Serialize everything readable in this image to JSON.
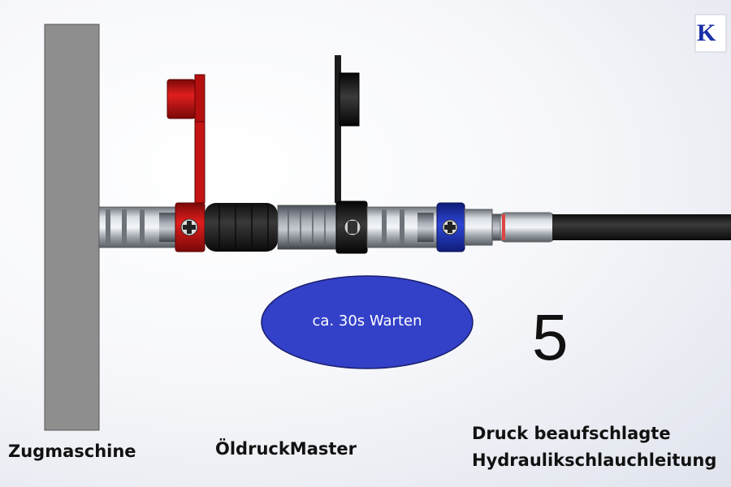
{
  "labels": {
    "tractor": "Zugmaschine",
    "device": "ÖldruckMaster",
    "hose_line1": "Druck beaufschlagte",
    "hose_line2": "Hydraulikschlauchleitung"
  },
  "step_number": "5",
  "wait_bubble": {
    "text": "ca. 30s Warten",
    "color": "#3340c8"
  },
  "logo": {
    "text": "K"
  },
  "colors": {
    "tractor_plate": "#8e8e8e",
    "red_cap": "#c41414",
    "black_cap": "#1c1c1c",
    "blue_ring": "#1f35b8",
    "hose": "#161616"
  }
}
